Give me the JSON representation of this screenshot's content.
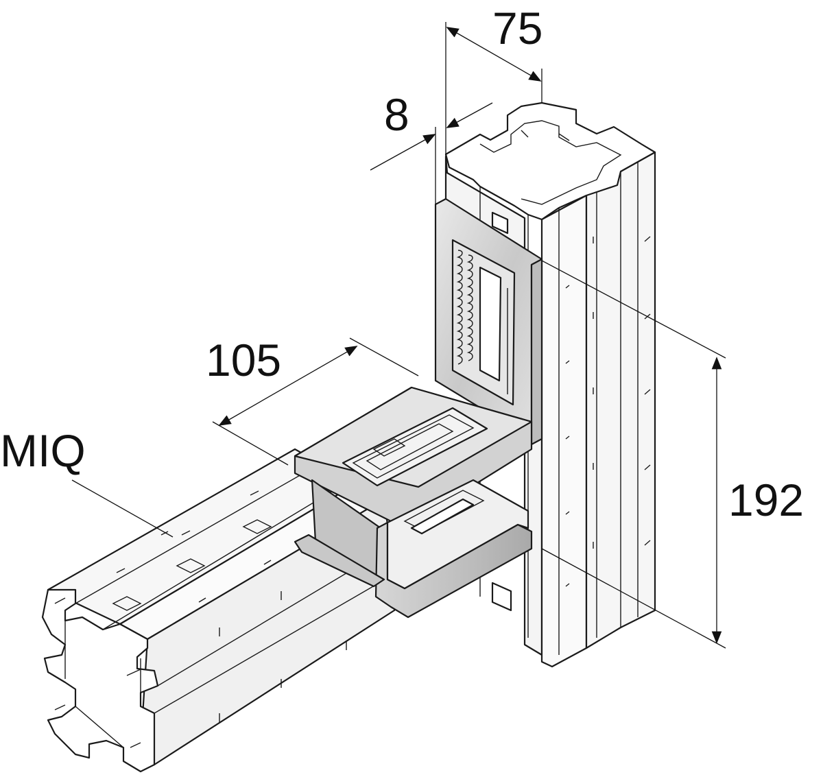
{
  "labels": {
    "channel_name": "MIQ",
    "dim_width": "75",
    "dim_thickness": "8",
    "dim_depth": "105",
    "dim_height": "192"
  },
  "colors": {
    "line": "#1a1a1a",
    "steel_light": "#f2f2f2",
    "steel_mid": "#d9d9d9",
    "bracket_fill": "#cfcfcf",
    "bracket_dark": "#b5b5b5"
  }
}
